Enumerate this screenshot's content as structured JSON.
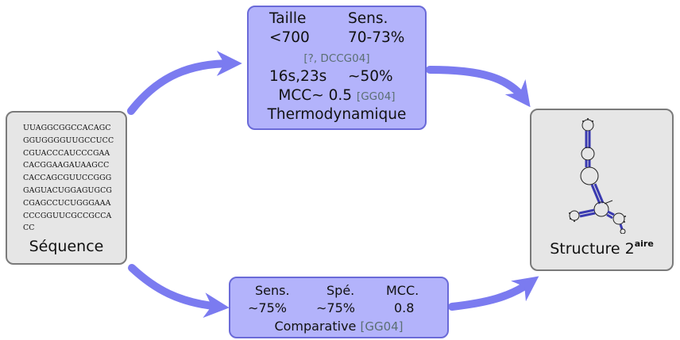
{
  "sequence": {
    "lines": [
      "UUAGGCGGCCACAGC",
      "GGUGGGGUUGCCUCC",
      "CGUACCCAUCCCGAA",
      "CACGGAAGAUAAGCC",
      "CACCAGCGUUCCGGG",
      "GAGUACUGGAGUGCG",
      "CGAGCCUCUGGGAAA",
      "CCCGGUUCGCCGCCA",
      "CC"
    ],
    "label": "Séquence"
  },
  "structure": {
    "label": "Structure 2",
    "label_sup": "aire",
    "icon": "rna-secondary-structure-icon"
  },
  "thermodynamic": {
    "col1_header": "Taille",
    "col2_header": "Sens.",
    "row1_col1": "<700",
    "row1_col2": "70-73%",
    "citation1": "[?, DCCG04]",
    "row2_col1": "16s,23s",
    "row2_col2": "∼50%",
    "mcc_text": "MCC∼ 0.5",
    "citation2": "[GG04]",
    "method": "Thermodynamique"
  },
  "comparative": {
    "headers": [
      "Sens.",
      "Spé.",
      "MCC."
    ],
    "values": [
      "∼75%",
      "∼75%",
      "0.8"
    ],
    "method": "Comparative",
    "citation": "[GG04]"
  },
  "colors": {
    "arrow": "#7b7bf0",
    "blue_box": "#b3b3fb",
    "blue_border": "#6a6ad8",
    "gray_box": "#e6e6e6",
    "gray_border": "#7a7a7a",
    "citation": "#5b6f73"
  }
}
